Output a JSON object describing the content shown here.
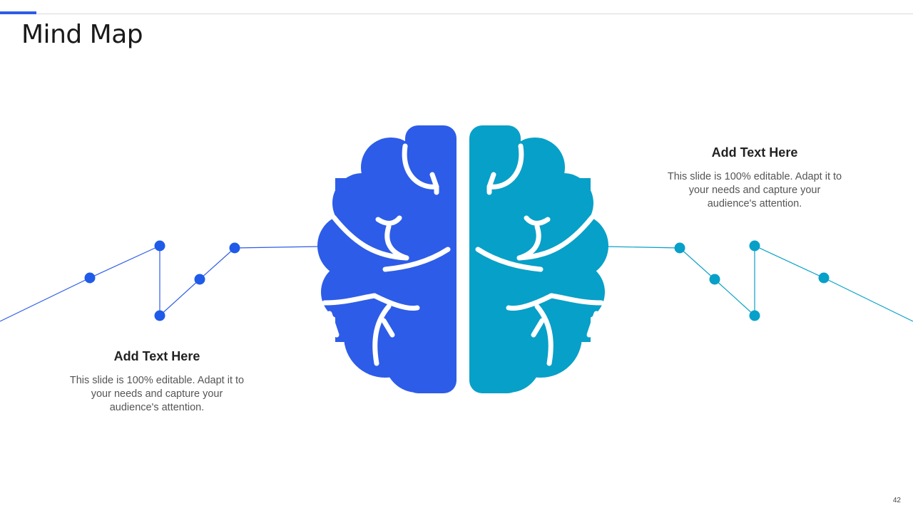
{
  "slide": {
    "title": "Mind Map",
    "page_number": "42"
  },
  "colors": {
    "accent_blue": "#2d5ce8",
    "accent_teal": "#07a0c8",
    "rule": "#d9d9d9"
  },
  "left_note": {
    "heading": "Add Text Here",
    "body": "This slide is 100% editable. Adapt it to your needs and capture your audience's attention."
  },
  "right_note": {
    "heading": "Add Text Here",
    "body": "This slide is 100% editable. Adapt it to your needs and capture your audience's attention."
  },
  "icons": {
    "left_hemisphere": "brain-left-hemisphere-icon",
    "right_hemisphere": "brain-right-hemisphere-icon"
  }
}
